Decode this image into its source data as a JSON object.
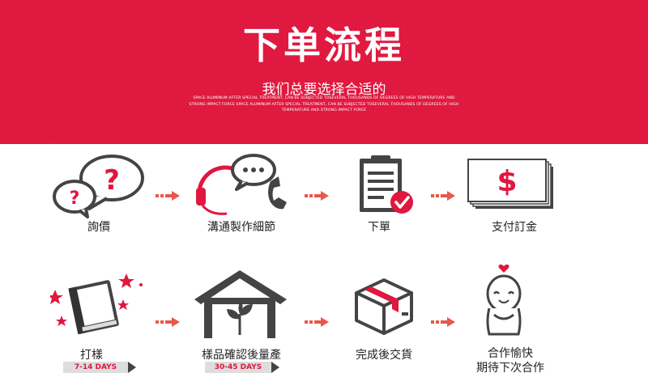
{
  "banner": {
    "title": "下单流程",
    "subtitle": "我们总要选择合适的",
    "english_text": "SPACE ALUMINUM AFTER SPECIAL TREATMENT, CAN BE SUBJECTED TOSEVERAL THOUSANDS OF DEGREES OF HIGH TEMPERATURE AND STRONG IMPACT FORCE SPACE ALUMINUM AFTER SPECIAL TREATMENT, CAN BE SUBJECTED TOSEVERAL THOUSANDS OF DEGREES OF HIGH TEMPERATURE AND STRONG IMPACT FORCE"
  },
  "steps": [
    {
      "label": "詢價",
      "icon": "question-bubbles-icon"
    },
    {
      "label": "溝通製作細節",
      "icon": "headset-phone-icon"
    },
    {
      "label": "下單",
      "icon": "clipboard-check-icon"
    },
    {
      "label": "支付訂金",
      "icon": "cash-stack-icon"
    },
    {
      "label": "打樣",
      "icon": "book-stars-icon",
      "days": "7-14 DAYS"
    },
    {
      "label": "樣品確認後量產",
      "icon": "house-plant-icon",
      "days": "30-45 DAYS"
    },
    {
      "label": "完成後交貨",
      "icon": "package-box-icon"
    },
    {
      "label": "合作愉快",
      "label2": "期待下次合作",
      "icon": "happy-character-icon"
    }
  ],
  "colors": {
    "accent": "#e0173e",
    "dark": "#444444",
    "arrow": "#e8584a"
  }
}
